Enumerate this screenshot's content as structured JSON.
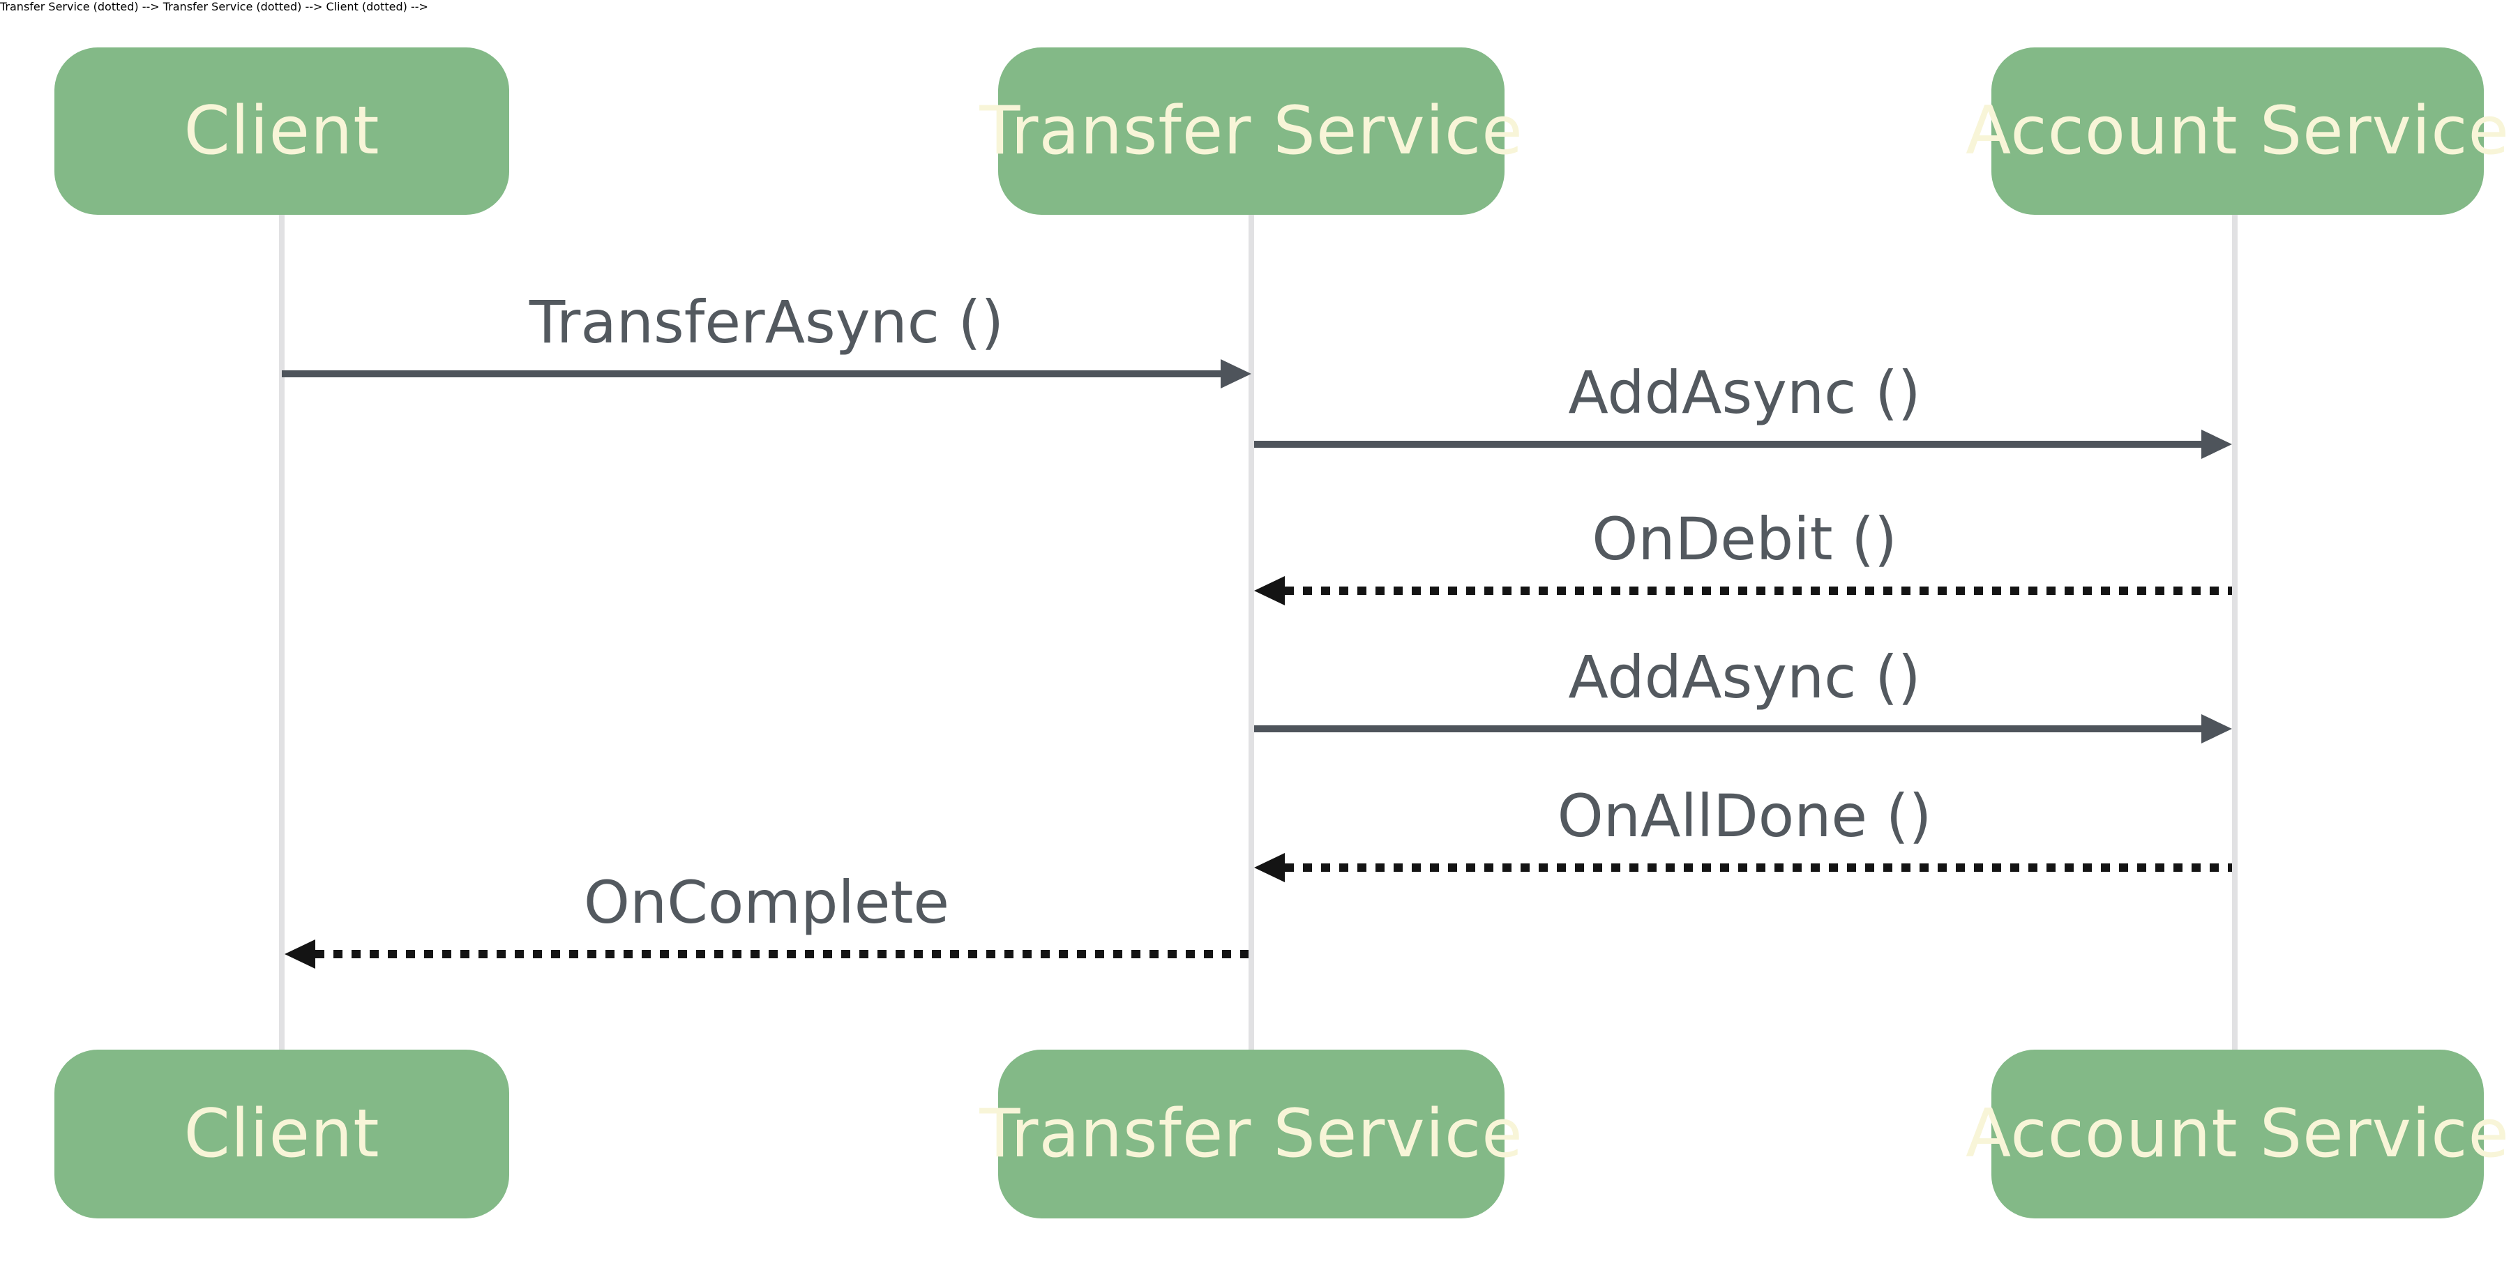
{
  "diagram": {
    "type": "sequence-diagram",
    "actors": [
      {
        "id": "client",
        "label": "Client"
      },
      {
        "id": "transfer-service",
        "label": "Transfer Service"
      },
      {
        "id": "account-service",
        "label": "Account Service"
      }
    ],
    "messages": [
      {
        "label": "TransferAsync ()",
        "from": "client",
        "to": "transfer-service",
        "kind": "solid",
        "direction": "right"
      },
      {
        "label": "AddAsync ()",
        "from": "transfer-service",
        "to": "account-service",
        "kind": "solid",
        "direction": "right"
      },
      {
        "label": "OnDebit ()",
        "from": "account-service",
        "to": "transfer-service",
        "kind": "dotted",
        "direction": "left"
      },
      {
        "label": "AddAsync ()",
        "from": "transfer-service",
        "to": "account-service",
        "kind": "solid",
        "direction": "right"
      },
      {
        "label": "OnAllDone ()",
        "from": "account-service",
        "to": "transfer-service",
        "kind": "dotted",
        "direction": "left"
      },
      {
        "label": "OnComplete",
        "from": "transfer-service",
        "to": "client",
        "kind": "dotted",
        "direction": "left"
      }
    ],
    "colors": {
      "actor_fill": "#83b987",
      "actor_text": "#f8f5d8",
      "solid_arrow": "#4e545b",
      "dotted_arrow": "#141414",
      "label_text": "#53595f",
      "lifeline": "#e1e1e3",
      "background": "#ffffff"
    }
  }
}
